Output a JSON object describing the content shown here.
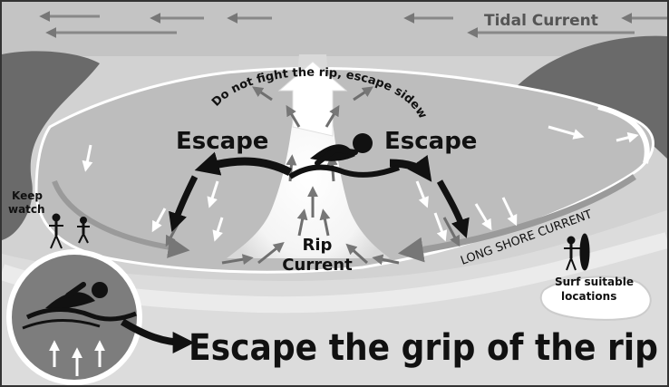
{
  "labels": {
    "tidal_current": "Tidal Current",
    "advice": "Do not fight the rip, escape sideways",
    "escape_left": "Escape",
    "escape_right": "Escape",
    "rip_line1": "Rip",
    "rip_line2": "Current",
    "long_shore": "LONG SHORE CURRENT",
    "keep_watch_line1": "Keep",
    "keep_watch_line2": "watch",
    "surf_line1": "Surf suitable",
    "surf_line2": "locations",
    "headline": "Escape the grip of the rip"
  },
  "colors": {
    "ocean": "#cfcfcf",
    "land": "#6a6a6a",
    "sand": "#dcdcdc",
    "rip": "#ffffff",
    "arrow_dark": "#111111",
    "arrow_mid": "#7a7a7a",
    "badge": "#7d7d7d"
  },
  "icons": [
    "swimmer-icon",
    "people-watching-icon",
    "surfer-icon",
    "swimmer-badge-icon"
  ]
}
